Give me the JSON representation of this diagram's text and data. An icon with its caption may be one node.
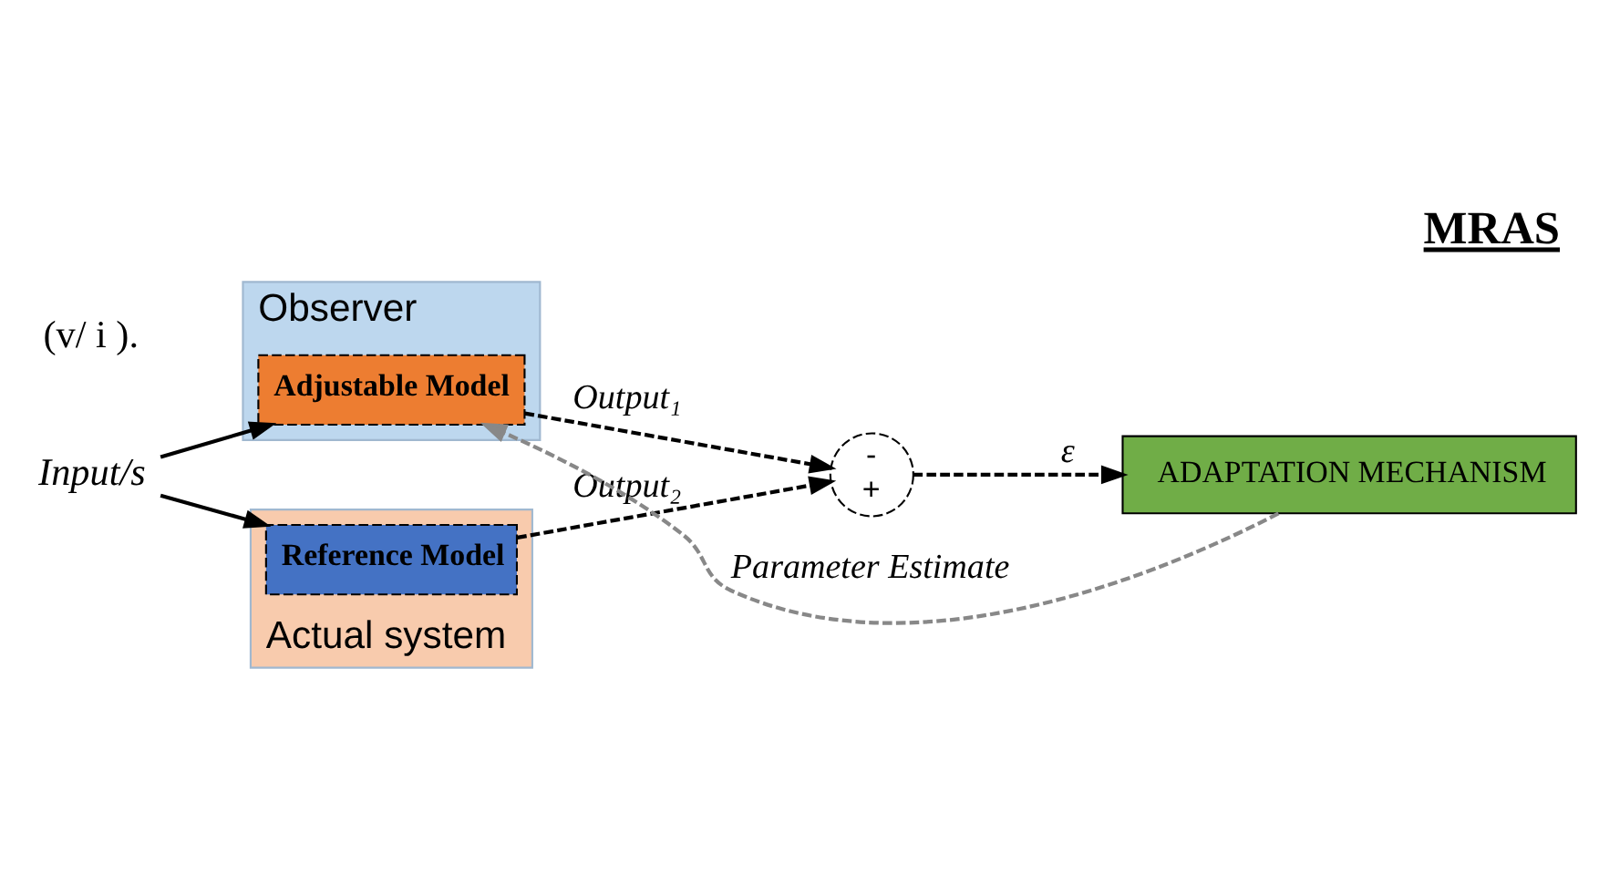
{
  "diagram": {
    "title": "MRAS",
    "nodes": [
      {
        "text": [
          "Input/s"
        ]
      },
      {
        "text": [
          "Observer"
        ]
      },
      {
        "text": [
          "Adjustable Model"
        ],
        "in": 1
      },
      {
        "text": [
          "Actual system"
        ]
      },
      {
        "text": [
          "Reference Model"
        ],
        "in": 3
      },
      {
        "text": [
          "-",
          "+"
        ]
      },
      {
        "text": [
          "ADAPTATION MECHANISM"
        ]
      }
    ],
    "edges": [
      {
        "from": 0,
        "to": 2,
        "arrow": "to"
      },
      {
        "from": 0,
        "to": 4,
        "arrow": "to"
      },
      {
        "from": 2,
        "to": 5,
        "arrow": "to",
        "label": "Output₁",
        "style": "dashed"
      },
      {
        "from": 4,
        "to": 5,
        "arrow": "to",
        "label": "Output₂",
        "style": "dashed"
      },
      {
        "from": 5,
        "to": 6,
        "arrow": "to",
        "label": "ε",
        "style": "dashed"
      },
      {
        "from": 6,
        "to": 2,
        "arrow": "to",
        "label": "Parameter Estimate",
        "style": "dashed",
        "color": "#888888"
      }
    ],
    "labels": [
      "(v/ i )."
    ]
  }
}
